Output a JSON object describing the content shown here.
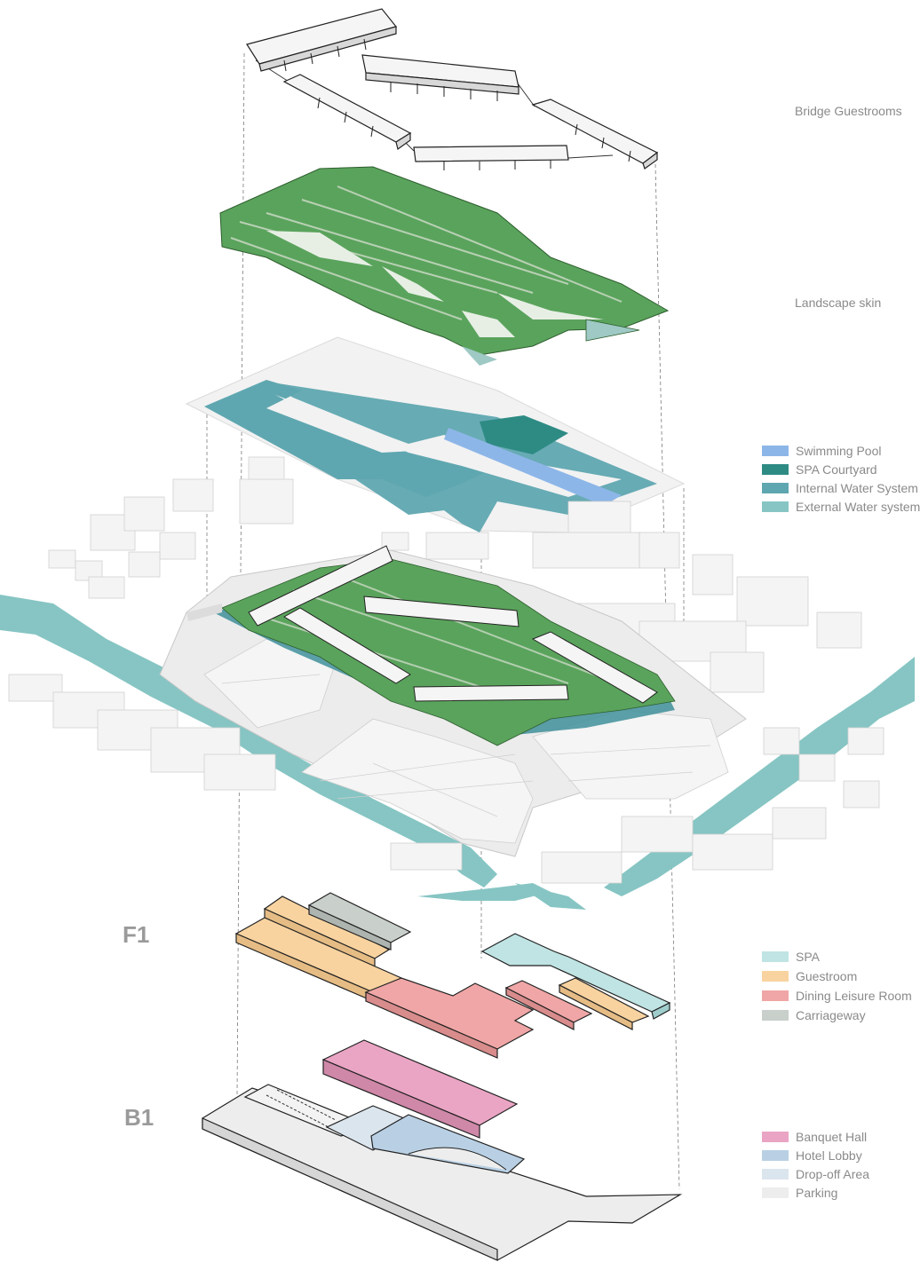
{
  "layers": {
    "bridge": {
      "label": "Bridge Guestrooms"
    },
    "landscape": {
      "label": "Landscape skin"
    }
  },
  "levels": {
    "f1": "F1",
    "b1": "B1"
  },
  "legends": {
    "water": [
      {
        "label": "Swimming Pool",
        "color": "#8db6e8"
      },
      {
        "label": "SPA Courtyard",
        "color": "#2e8b84"
      },
      {
        "label": "Internal Water System",
        "color": "#5fa7b0"
      },
      {
        "label": "External Water system",
        "color": "#86c5c3"
      }
    ],
    "f1": [
      {
        "label": "SPA",
        "color": "#bfe4e3"
      },
      {
        "label": "Guestroom",
        "color": "#f8d3a0"
      },
      {
        "label": "Dining Leisure Room",
        "color": "#f0a6a6"
      },
      {
        "label": "Carriageway",
        "color": "#c9cfca"
      }
    ],
    "b1": [
      {
        "label": "Banquet Hall",
        "color": "#eaa5c4"
      },
      {
        "label": "Hotel Lobby",
        "color": "#b9d0e4"
      },
      {
        "label": "Drop-off Area",
        "color": "#dbe5ee"
      },
      {
        "label": "Parking",
        "color": "#ededed"
      }
    ]
  }
}
